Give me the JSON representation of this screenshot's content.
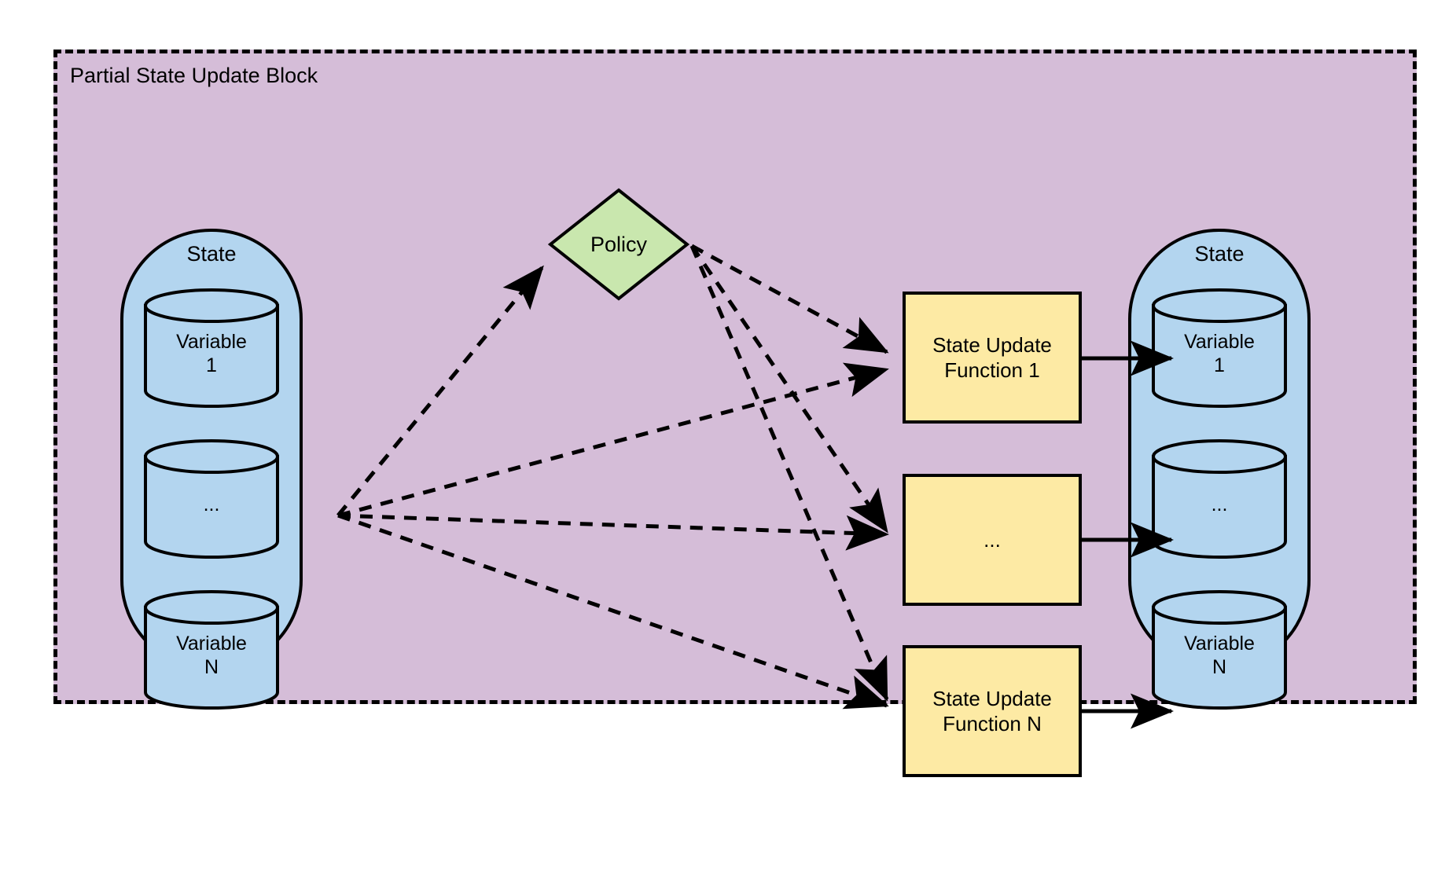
{
  "block": {
    "title": "Partial State Update Block",
    "bg_color": "#d5bdd8",
    "border_color": "#000000"
  },
  "state_in": {
    "label": "State",
    "fill_color": "#b3d5ef",
    "variables": [
      {
        "line1": "Variable",
        "line2": "1"
      },
      {
        "line1": "...",
        "line2": ""
      },
      {
        "line1": "Variable",
        "line2": "N"
      }
    ]
  },
  "state_out": {
    "label": "State",
    "fill_color": "#b3d5ef",
    "variables": [
      {
        "line1": "Variable",
        "line2": "1"
      },
      {
        "line1": "...",
        "line2": ""
      },
      {
        "line1": "Variable",
        "line2": "N"
      }
    ]
  },
  "policy": {
    "label": "Policy",
    "fill_color": "#c9e7ae"
  },
  "functions": {
    "fill_color": "#fdeaa4",
    "items": [
      {
        "line1": "State Update",
        "line2": "Function 1"
      },
      {
        "line1": "...",
        "line2": ""
      },
      {
        "line1": "State Update",
        "line2": "Function N"
      }
    ]
  },
  "edges": {
    "dashed_color": "#000000",
    "solid_color": "#000000",
    "dash_pattern": "16 12"
  }
}
